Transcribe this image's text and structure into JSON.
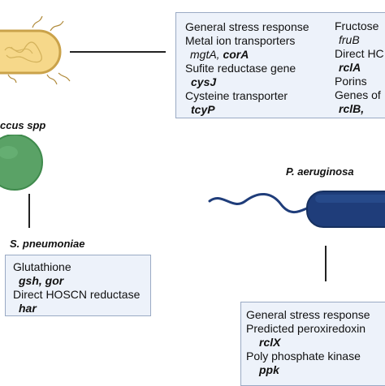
{
  "organisms": {
    "top_left_partial": "",
    "staph": "ccus spp",
    "pneumoniae": "S. pneumoniae",
    "aeruginosa": "P. aeruginosa"
  },
  "top_box": {
    "col1": {
      "general_stress": "General stress response",
      "metal_ion": "Metal ion transporters",
      "metal_genes_a": "mgtA,",
      "metal_genes_b": "corA",
      "sulfite": "Sufite reductase gene",
      "sulfite_gene": "cysJ",
      "cysteine": "Cysteine transporter",
      "cysteine_gene": "tcyP"
    },
    "col2": {
      "fructose": "Fructose",
      "fructose_gene": "fruB",
      "direct": "Direct HC",
      "direct_gene": "rclA",
      "porins": "Porins",
      "genes_of": "Genes of",
      "genes_of_genes": "rclB,"
    }
  },
  "pneumo_box": {
    "glutathione": "Glutathione",
    "glutathione_genes": "gsh, gor",
    "direct_reductase": "Direct HOSCN reductase",
    "reductase_gene": "har"
  },
  "aeruginosa_box": {
    "general_stress": "General stress response",
    "peroxiredoxin": "Predicted peroxiredoxin",
    "peroxiredoxin_gene": "rclX",
    "polyphosphate": "Poly phosphate kinase",
    "polyphosphate_gene": "ppk"
  },
  "colors": {
    "ecoli_fill": "#f6d88a",
    "ecoli_outline": "#caa24a",
    "staph_fill": "#5aa266",
    "pseudomonas_fill": "#1f3d7a",
    "box_fill": "#edf2fa",
    "box_border": "#9aaac4"
  }
}
